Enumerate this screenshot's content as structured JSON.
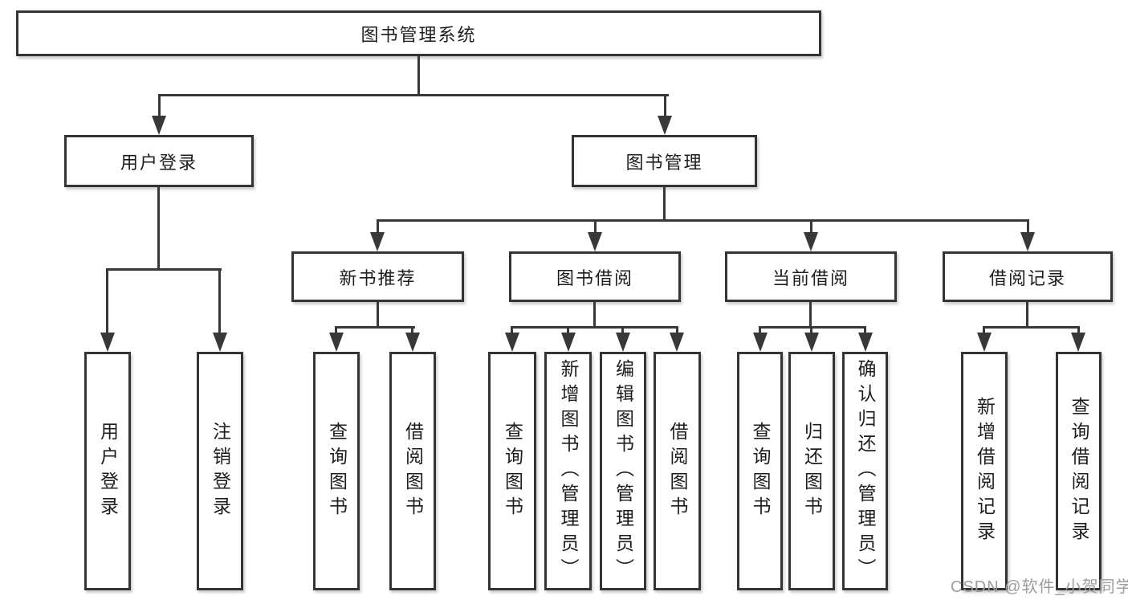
{
  "diagram": {
    "root": {
      "label": "图书管理系统"
    },
    "level2": [
      {
        "label": "用户登录"
      },
      {
        "label": "图书管理"
      }
    ],
    "level3": [
      {
        "label": "新书推荐"
      },
      {
        "label": "图书借阅"
      },
      {
        "label": "当前借阅"
      },
      {
        "label": "借阅记录"
      }
    ],
    "leaves": {
      "login": [
        "用户登录",
        "注销登录"
      ],
      "recommend": [
        "查询图书",
        "借阅图书"
      ],
      "borrow": [
        "查询图书",
        "新增图书（管理员）",
        "编辑图书（管理员）",
        "借阅图书"
      ],
      "current": [
        "查询图书",
        "归还图书",
        "确认归还（管理员）"
      ],
      "records": [
        "新增借阅记录",
        "查询借阅记录"
      ]
    },
    "watermark": "CSDN @软件_小贺同学",
    "colors": {
      "line": "#383838",
      "border": "#343434",
      "text": "#1d1d1d",
      "watermark": "#9c9c9c",
      "background": "#ffffff"
    }
  }
}
